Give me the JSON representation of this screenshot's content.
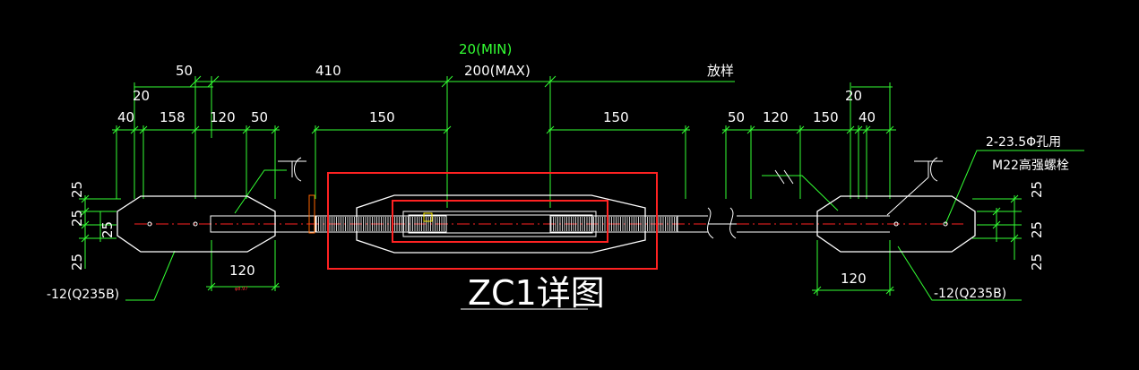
{
  "title": "ZC1详图",
  "top_dims": {
    "min": "20(MIN)",
    "max": "200(MAX)",
    "d50": "50",
    "d410": "410",
    "fangyang": "放样",
    "d20_left": "20",
    "d20_right": "20"
  },
  "row3_left": [
    "40",
    "158",
    "120",
    "50",
    "150"
  ],
  "row3_right": [
    "150",
    "50",
    "120",
    "150",
    "40"
  ],
  "side_dims_left": [
    "25",
    "25",
    "25",
    "25"
  ],
  "side_dims_right": [
    "25",
    "25",
    "25"
  ],
  "bottom_dims": {
    "left_120": "120",
    "right_120": "120"
  },
  "plate_label_left": "-12(Q235B)",
  "plate_label_right": "-12(Q235B)",
  "bolt_note": [
    "2-23.5Φ孔用",
    "M22高强螺栓"
  ],
  "tiny_label": "φ8.97",
  "highlight_color": "#ff2222",
  "dimension_color": "#33ff33",
  "line_color": "#ffffff"
}
